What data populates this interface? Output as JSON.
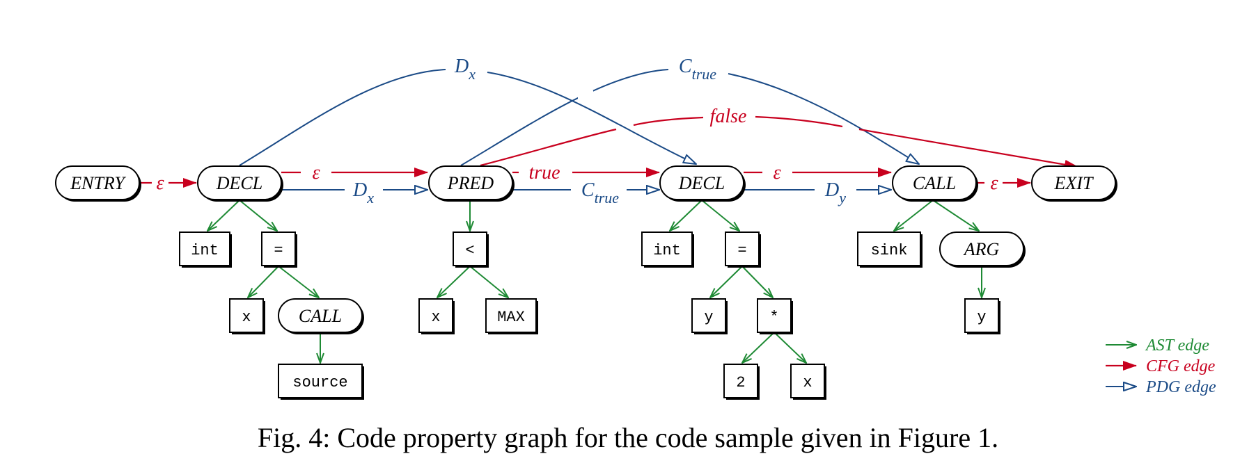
{
  "colors": {
    "ast": "#1e8a34",
    "cfg": "#c8001e",
    "pdg": "#1a4a86",
    "node": "#000000"
  },
  "nodes": {
    "entry": "ENTRY",
    "decl1": "DECL",
    "pred": "PRED",
    "decl2": "DECL",
    "call1": "CALL",
    "exit": "EXIT",
    "int1": "int",
    "eq1": "=",
    "x1": "x",
    "call2": "CALL",
    "source": "source",
    "lt": "<",
    "x2": "x",
    "max": "MAX",
    "int2": "int",
    "eq2": "=",
    "y1": "y",
    "mul": "*",
    "two": "2",
    "x3": "x",
    "sink": "sink",
    "arg": "ARG",
    "y2": "y"
  },
  "edge_labels": {
    "cfg_entry_decl": "ε",
    "cfg_decl_pred": "ε",
    "cfg_pred_decl": "true",
    "cfg_decl_call": "ε",
    "cfg_call_exit": "ε",
    "cfg_false": "false",
    "pdg_decl_pred": {
      "base": "D",
      "sub": "x"
    },
    "pdg_pred_decl": {
      "base": "C",
      "sub": "true"
    },
    "pdg_decl_call": {
      "base": "D",
      "sub": "y"
    },
    "pdg_arc_dx": {
      "base": "D",
      "sub": "x"
    },
    "pdg_arc_ctrue": {
      "base": "C",
      "sub": "true"
    }
  },
  "legend": {
    "ast": "AST edge",
    "cfg": "CFG edge",
    "pdg": "PDG edge"
  },
  "caption": "Fig. 4: Code property graph for the code sample given in Figure 1."
}
